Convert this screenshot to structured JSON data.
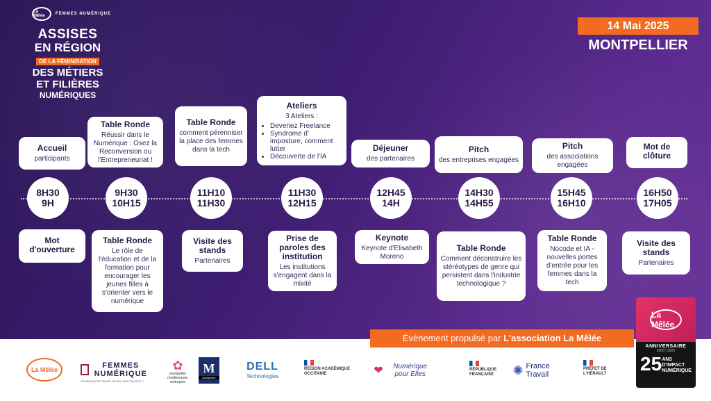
{
  "header": {
    "logo_text": "La Mêlée",
    "partner_logo_text": "FEMMES NUMÉRIQUE",
    "title_l1": "ASSISES",
    "title_l2": "EN RÉGION",
    "title_tag": "DE LA FÉMINISATION",
    "title_l3a": "DES MÉTIERS",
    "title_l3b": "ET FILIÈRES",
    "title_l4": "NUMÉRIQUES",
    "date": "14 Mai 2025",
    "city": "MONTPELLIER"
  },
  "schedule": {
    "times": [
      {
        "l1": "8H30",
        "l2": "9H"
      },
      {
        "l1": "9H30",
        "l2": "10H15"
      },
      {
        "l1": "11H10",
        "l2": "11H30"
      },
      {
        "l1": "11H30",
        "l2": "12H15"
      },
      {
        "l1": "12H45",
        "l2": "14H"
      },
      {
        "l1": "14H30",
        "l2": "14H55"
      },
      {
        "l1": "15H45",
        "l2": "16H10"
      },
      {
        "l1": "16H50",
        "l2": "17H05"
      }
    ],
    "top": [
      {
        "title": "Accueil",
        "desc": "participants"
      },
      {
        "title": "Table Ronde",
        "desc": "Réussir dans le Numérique : Osez la Reconversion ou l'Entrepreneuriat !"
      },
      {
        "title": "Table Ronde",
        "desc": "comment pérenniser la place des femmes dans la tech"
      },
      {
        "title": "Ateliers",
        "desc": "3 Ateliers :",
        "items": [
          "Devenez Freelance",
          "Syndrome d' imposture, comment lutter",
          "Découverte de l'IA"
        ]
      },
      {
        "title": "Déjeuner",
        "desc": "des partenaires"
      },
      {
        "title": "Pitch",
        "desc": "des entreprises engagées"
      },
      {
        "title": "Pitch",
        "desc": "des associations engagées"
      },
      {
        "title": "Mot de clôture",
        "desc": ""
      }
    ],
    "bottom": [
      {
        "title": "Mot d'ouverture",
        "desc": ""
      },
      {
        "title": "Table Ronde",
        "desc": "Le rôle de l'éducation et de la formation pour encourager les jeunes filles à s'orienter vers le numérique"
      },
      {
        "title": "Visite des stands",
        "desc": "Partenaires"
      },
      {
        "title": "Prise de paroles des institution",
        "desc": "Les institutions s'engagent dans la mixité"
      },
      {
        "title": "Keynote",
        "desc": "Keynote d'Elisabeth Moreno"
      },
      {
        "title": "Table Ronde",
        "desc": "Comment déconstruire les stéréotypes de genre qui persistent dans l'industrie technologique ?"
      },
      {
        "title": "Table Ronde",
        "desc": "Nocode et IA - nouvelles portes d'entrée pour les femmes dans la tech"
      },
      {
        "title": "Visite des stands",
        "desc": "Partenaires"
      }
    ]
  },
  "banner": {
    "prefix": "Évènement propulsé par ",
    "bold": "L'association La Mêlée"
  },
  "partners": {
    "melee": "La Mêlée",
    "femmes": "FEMMES NUMÉRIQUE",
    "femmes_sub": "POURQUOI SE PRIVER DE 50% DES TALENTS ?",
    "mmm": "montpellier méditerranée métropole",
    "montpellier": "Montpellier",
    "dell": "DELL",
    "dell_sub": "Technologies",
    "region": "RÉGION ACADÉMIQUE OCCITANIE",
    "nepe": "Numérique pour Elles",
    "rf": "RÉPUBLIQUE FRANÇAISE",
    "ft": "France Travail",
    "prefet": "PRÉFET DE L'HÉRAULT"
  },
  "anniversary": {
    "ring": "La Mêlée",
    "label": "ANNIVERSAIRE",
    "years": "2000 | 2025",
    "num": "25",
    "sub1": "ANS",
    "sub2": "D'IMPACT",
    "sub3": "NUMÉRIQUE"
  },
  "colors": {
    "orange": "#f26b21",
    "purple": "#3b1c6e",
    "pink": "#e2336a"
  }
}
